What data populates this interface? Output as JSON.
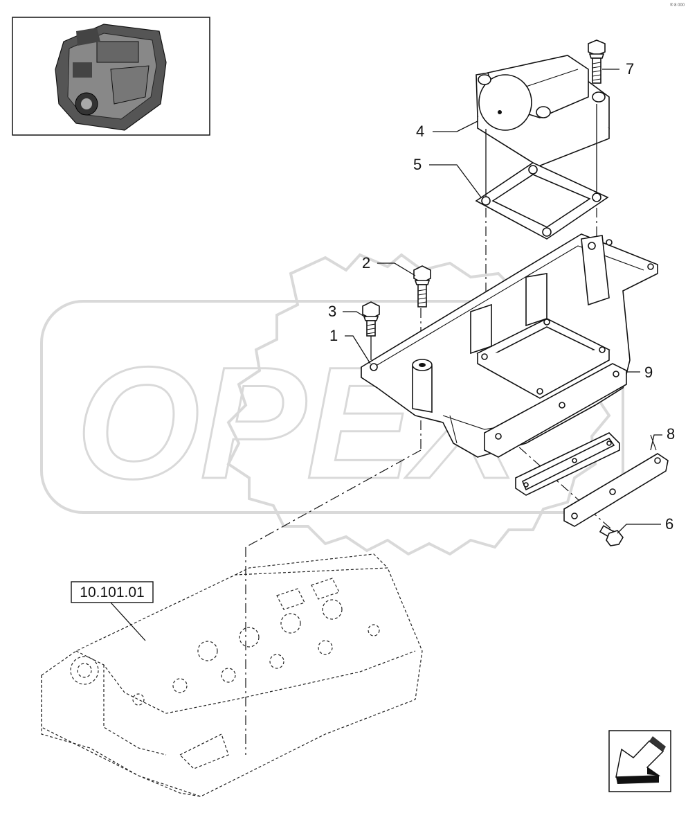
{
  "corner_code": "® 8 000",
  "reference_label": "10.101.01",
  "callouts": [
    {
      "id": "1",
      "label": "1"
    },
    {
      "id": "2",
      "label": "2"
    },
    {
      "id": "3",
      "label": "3"
    },
    {
      "id": "4",
      "label": "4"
    },
    {
      "id": "5",
      "label": "5"
    },
    {
      "id": "6",
      "label": "6"
    },
    {
      "id": "7",
      "label": "7"
    },
    {
      "id": "8",
      "label": "8"
    },
    {
      "id": "9",
      "label": "9"
    }
  ],
  "watermark": "OPEX",
  "icons": {
    "navigation": "arrow-icon",
    "thumbnail": "engine-thumbnail-icon"
  }
}
